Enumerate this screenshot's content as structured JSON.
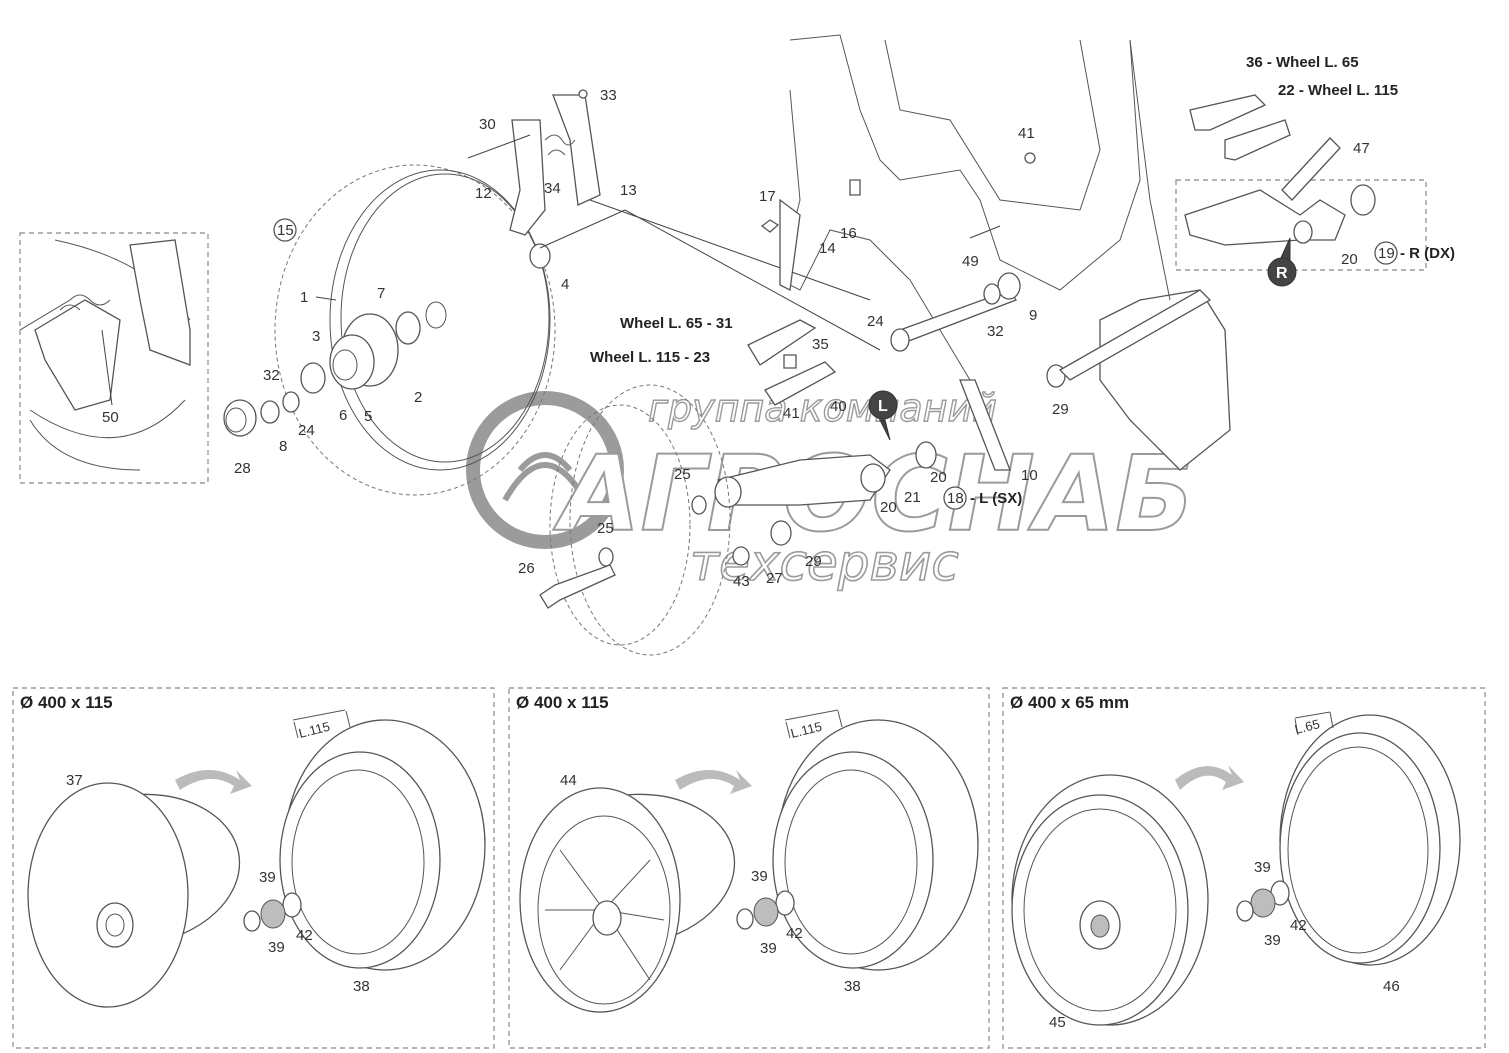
{
  "labels": {
    "l1": "1",
    "l2": "2",
    "l3": "3",
    "l4": "4",
    "l5": "5",
    "l6": "6",
    "l7": "7",
    "l8": "8",
    "l9": "9",
    "l10": "10",
    "l12": "12",
    "l13": "13",
    "l14": "14",
    "l15": "15",
    "l16": "16",
    "l17": "17",
    "l18": "18",
    "l19": "19",
    "l20a": "20",
    "l20b": "20",
    "l20c": "20",
    "l21": "21",
    "l23": "Wheel L. 115 - 23",
    "l24a": "24",
    "l24b": "24",
    "l25a": "25",
    "l25b": "25",
    "l26": "26",
    "l27": "27",
    "l28": "28",
    "l29a": "29",
    "l29b": "29",
    "l30": "30",
    "l31": "Wheel L. 65 - 31",
    "l32a": "32",
    "l32b": "32",
    "l33": "33",
    "l34": "34",
    "l35": "35",
    "l36": "36 - Wheel L. 65",
    "l22": "22 - Wheel L. 115",
    "l40": "40",
    "l41a": "41",
    "l41b": "41",
    "l43": "43",
    "l47": "47",
    "l49": "49",
    "l50": "50",
    "rdx": "- R (DX)",
    "lsx": "- L (SX)",
    "markR": "R",
    "markL": "L"
  },
  "panels": {
    "p1": {
      "title": "Ø 400 x 115",
      "dim": "L.115",
      "n_tyre_side": "37",
      "n_rim": "38",
      "n_bearing_top": "39",
      "n_bearing_bottom": "39",
      "n_bearing": "42"
    },
    "p2": {
      "title": "Ø 400 x 115",
      "dim": "L.115",
      "n_tyre_side": "44",
      "n_rim": "38",
      "n_bearing_top": "39",
      "n_bearing_bottom": "39",
      "n_bearing": "42"
    },
    "p3": {
      "title": "Ø 400 x 65 mm",
      "dim": "L.65",
      "n_tyre_side": "45",
      "n_rim": "46",
      "n_bearing_top": "39",
      "n_bearing_bottom": "39",
      "n_bearing": "42"
    }
  },
  "watermark": {
    "line1": "группа компаний",
    "line2": "АГРОСНАБ",
    "line3": "техсервис"
  },
  "colors": {
    "ink": "#555555",
    "label": "#333333",
    "watermark": "#8a8a8a",
    "marker": "#222222"
  }
}
